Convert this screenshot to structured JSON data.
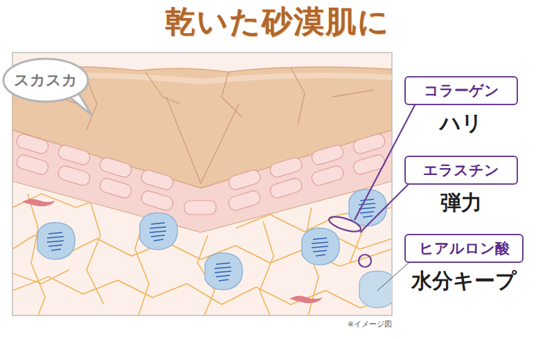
{
  "diagram": {
    "title": "乾いた砂漠肌に",
    "nodes": [
      {
        "text": [
          "スカスカ"
        ]
      },
      {
        "text": [
          "コラーゲン",
          "ハリ"
        ]
      },
      {
        "text": [
          "エラスチン",
          "弾力"
        ]
      },
      {
        "text": [
          "ヒアルロン酸",
          "水分キープ"
        ]
      }
    ],
    "labels": [
      "※イメージ図"
    ]
  }
}
